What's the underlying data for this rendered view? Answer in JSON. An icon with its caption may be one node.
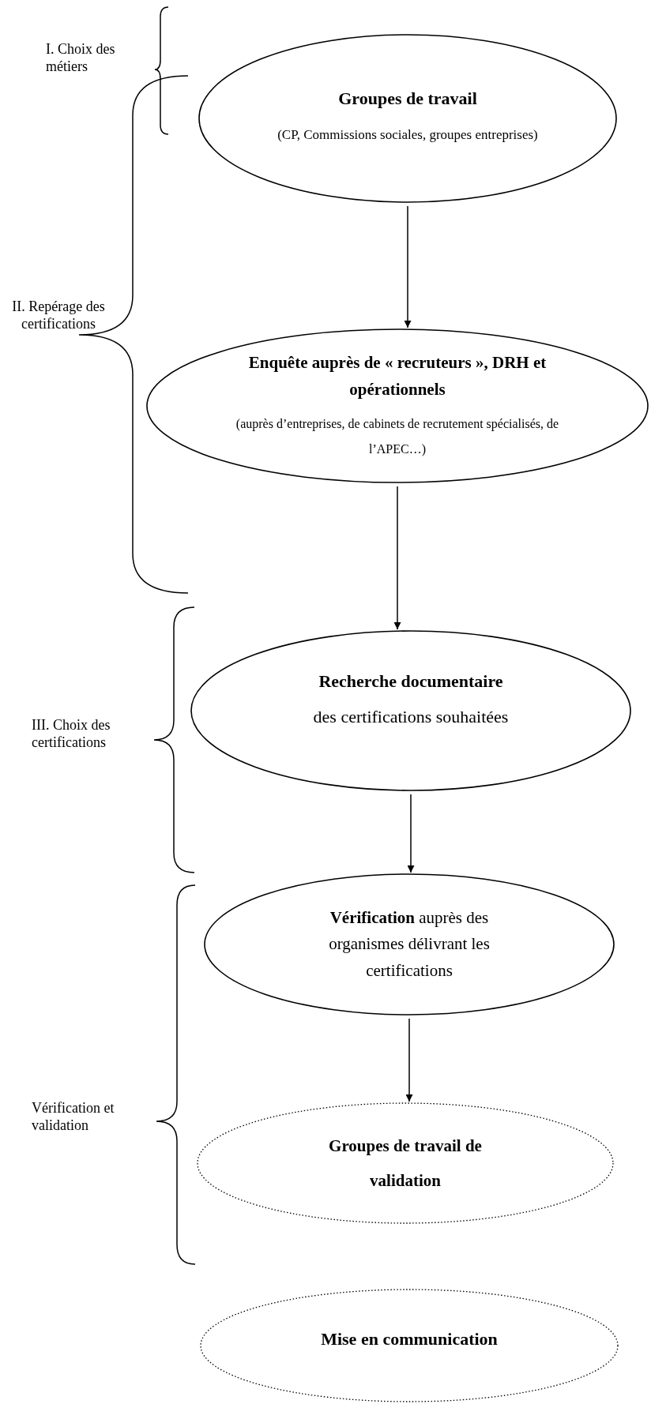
{
  "diagram": {
    "nodes": [
      {
        "text": [
          "Groupes de travail",
          "(CP, Commissions sociales, groupes entreprises)"
        ]
      },
      {
        "text": [
          "Enquête auprès de « recruteurs », DRH et opérationnels",
          "(auprès d’entreprises, de cabinets de recrutement spécialisés, de l’APEC…)"
        ]
      },
      {
        "text": [
          "Recherche documentaire",
          "des certifications souhaitées"
        ]
      },
      {
        "text": [
          "**Vérification** auprès des organismes délivrant les certifications"
        ]
      },
      {
        "text": [
          "Groupes de travail de validation"
        ]
      },
      {
        "text": [
          "Mise en communication"
        ]
      }
    ],
    "edges": [
      {
        "from": 0,
        "to": 1,
        "arrow": "to"
      },
      {
        "from": 1,
        "to": 2,
        "arrow": "to"
      },
      {
        "from": 2,
        "to": 3,
        "arrow": "to"
      },
      {
        "from": 3,
        "to": 4,
        "arrow": "to"
      }
    ],
    "labels": [
      "I. Choix des métiers",
      "II. Repérage des certifications",
      "III. Choix des certifications",
      "Vérification et validation"
    ]
  }
}
